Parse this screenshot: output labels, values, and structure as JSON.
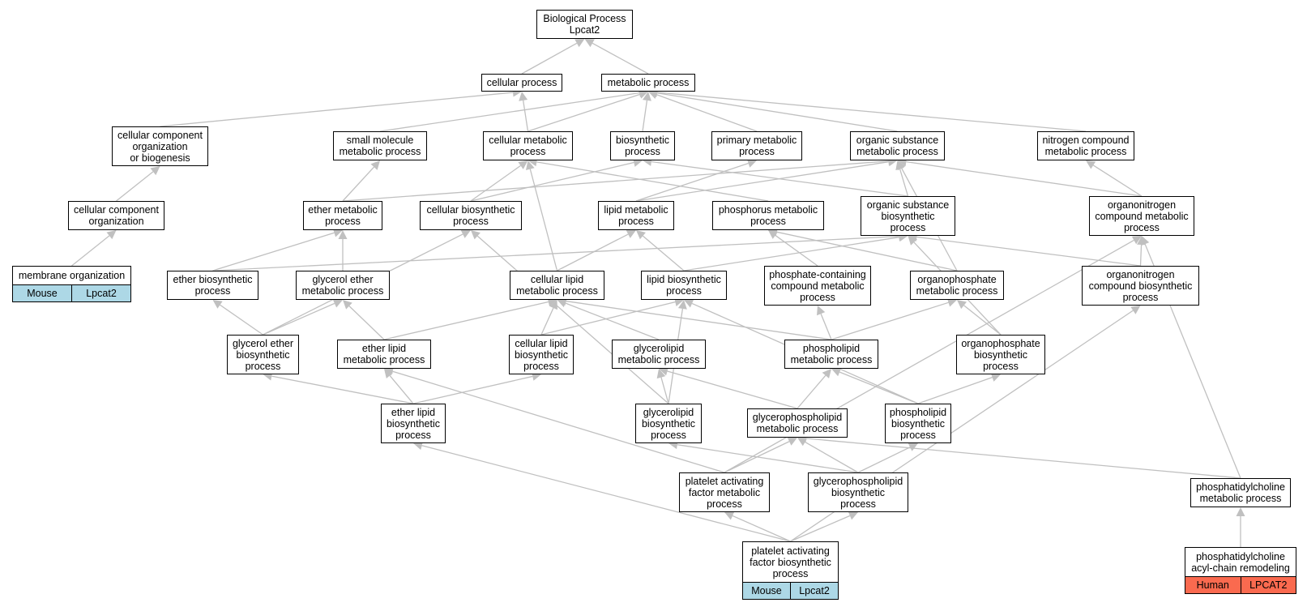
{
  "colors": {
    "edge": "#c0c0c0",
    "mouse_tag": "#add8e6",
    "human_tag": "#fa6a4f"
  },
  "nodes": {
    "root": {
      "label": "Biological Process\nLpcat2"
    },
    "cellular_process": {
      "label": "cellular process"
    },
    "metabolic_process": {
      "label": "metabolic process"
    },
    "ccob": {
      "label": "cellular component\norganization\nor biogenesis"
    },
    "small_molecule_mp": {
      "label": "small molecule\nmetabolic process"
    },
    "cellular_mp": {
      "label": "cellular metabolic\nprocess"
    },
    "biosynthetic_process": {
      "label": "biosynthetic\nprocess"
    },
    "primary_mp": {
      "label": "primary metabolic\nprocess"
    },
    "organic_substance_mp": {
      "label": "organic substance\nmetabolic process"
    },
    "nitrogen_compound_mp": {
      "label": "nitrogen compound\nmetabolic process"
    },
    "cc_organization": {
      "label": "cellular component\norganization"
    },
    "ether_mp": {
      "label": "ether metabolic\nprocess"
    },
    "cellular_bp": {
      "label": "cellular biosynthetic\nprocess"
    },
    "lipid_mp": {
      "label": "lipid metabolic\nprocess"
    },
    "phosphorus_mp": {
      "label": "phosphorus metabolic\nprocess"
    },
    "organic_substance_bp": {
      "label": "organic substance\nbiosynthetic\nprocess"
    },
    "organonitrogen_mp": {
      "label": "organonitrogen\ncompound metabolic\nprocess"
    },
    "membrane_org": {
      "label": "membrane organization",
      "tags": [
        "Mouse",
        "Lpcat2"
      ]
    },
    "ether_bp": {
      "label": "ether biosynthetic\nprocess"
    },
    "glycerol_ether_mp": {
      "label": "glycerol ether\nmetabolic process"
    },
    "cellular_lipid_mp": {
      "label": "cellular lipid\nmetabolic process"
    },
    "lipid_bp": {
      "label": "lipid biosynthetic\nprocess"
    },
    "phosphate_cmp": {
      "label": "phosphate-containing\ncompound metabolic\nprocess"
    },
    "organophosphate_mp": {
      "label": "organophosphate\nmetabolic process"
    },
    "organonitrogen_bp": {
      "label": "organonitrogen\ncompound biosynthetic\nprocess"
    },
    "glycerol_ether_bp": {
      "label": "glycerol ether\nbiosynthetic\nprocess"
    },
    "ether_lipid_mp": {
      "label": "ether lipid\nmetabolic process"
    },
    "cellular_lipid_bp": {
      "label": "cellular lipid\nbiosynthetic\nprocess"
    },
    "glycerolipid_mp": {
      "label": "glycerolipid\nmetabolic process"
    },
    "phospholipid_mp": {
      "label": "phospholipid\nmetabolic process"
    },
    "organophosphate_bp": {
      "label": "organophosphate\nbiosynthetic\nprocess"
    },
    "ether_lipid_bp": {
      "label": "ether lipid\nbiosynthetic\nprocess"
    },
    "glycerolipid_bp": {
      "label": "glycerolipid\nbiosynthetic\nprocess"
    },
    "glycerophospholipid_mp": {
      "label": "glycerophospholipid\nmetabolic process"
    },
    "phospholipid_bp": {
      "label": "phospholipid\nbiosynthetic\nprocess"
    },
    "paf_mp": {
      "label": "platelet activating\nfactor metabolic\nprocess"
    },
    "glycerophospholipid_bp": {
      "label": "glycerophospholipid\nbiosynthetic\nprocess"
    },
    "phosphatidylcholine_mp": {
      "label": "phosphatidylcholine\nmetabolic process"
    },
    "paf_bp": {
      "label": "platelet activating\nfactor biosynthetic\nprocess",
      "tags": [
        "Mouse",
        "Lpcat2"
      ]
    },
    "pc_remodeling": {
      "label": "phosphatidylcholine\nacyl-chain remodeling",
      "tags": [
        "Human",
        "LPCAT2"
      ]
    }
  },
  "edges": [
    [
      "cellular_process",
      "root"
    ],
    [
      "metabolic_process",
      "root"
    ],
    [
      "ccob",
      "cellular_process"
    ],
    [
      "cellular_mp",
      "cellular_process"
    ],
    [
      "small_molecule_mp",
      "metabolic_process"
    ],
    [
      "cellular_mp",
      "metabolic_process"
    ],
    [
      "biosynthetic_process",
      "metabolic_process"
    ],
    [
      "primary_mp",
      "metabolic_process"
    ],
    [
      "organic_substance_mp",
      "metabolic_process"
    ],
    [
      "nitrogen_compound_mp",
      "metabolic_process"
    ],
    [
      "cc_organization",
      "ccob"
    ],
    [
      "membrane_org",
      "cc_organization"
    ],
    [
      "ether_mp",
      "small_molecule_mp"
    ],
    [
      "ether_mp",
      "organic_substance_mp"
    ],
    [
      "cellular_bp",
      "cellular_mp"
    ],
    [
      "cellular_bp",
      "biosynthetic_process"
    ],
    [
      "cellular_lipid_mp",
      "cellular_mp"
    ],
    [
      "phosphorus_mp",
      "cellular_mp"
    ],
    [
      "lipid_mp",
      "primary_mp"
    ],
    [
      "lipid_mp",
      "organic_substance_mp"
    ],
    [
      "organic_substance_bp",
      "biosynthetic_process"
    ],
    [
      "organic_substance_bp",
      "organic_substance_mp"
    ],
    [
      "organonitrogen_mp",
      "organic_substance_mp"
    ],
    [
      "organonitrogen_mp",
      "nitrogen_compound_mp"
    ],
    [
      "organophosphate_mp",
      "organic_substance_mp"
    ],
    [
      "ether_bp",
      "ether_mp"
    ],
    [
      "ether_bp",
      "organic_substance_bp"
    ],
    [
      "glycerol_ether_mp",
      "ether_mp"
    ],
    [
      "cellular_lipid_mp",
      "lipid_mp"
    ],
    [
      "lipid_bp",
      "lipid_mp"
    ],
    [
      "lipid_bp",
      "organic_substance_bp"
    ],
    [
      "phosphate_cmp",
      "phosphorus_mp"
    ],
    [
      "organophosphate_mp",
      "phosphorus_mp"
    ],
    [
      "organonitrogen_bp",
      "organonitrogen_mp"
    ],
    [
      "organonitrogen_bp",
      "organic_substance_bp"
    ],
    [
      "glycerol_ether_bp",
      "ether_bp"
    ],
    [
      "glycerol_ether_bp",
      "glycerol_ether_mp"
    ],
    [
      "glycerol_ether_bp",
      "cellular_bp"
    ],
    [
      "ether_lipid_mp",
      "glycerol_ether_mp"
    ],
    [
      "ether_lipid_mp",
      "cellular_lipid_mp"
    ],
    [
      "cellular_lipid_bp",
      "cellular_lipid_mp"
    ],
    [
      "cellular_lipid_bp",
      "lipid_bp"
    ],
    [
      "glycerolipid_mp",
      "cellular_lipid_mp"
    ],
    [
      "phospholipid_mp",
      "cellular_lipid_mp"
    ],
    [
      "phospholipid_mp",
      "organophosphate_mp"
    ],
    [
      "phospholipid_mp",
      "phosphate_cmp"
    ],
    [
      "organophosphate_bp",
      "organophosphate_mp"
    ],
    [
      "organophosphate_bp",
      "organic_substance_bp"
    ],
    [
      "ether_lipid_bp",
      "ether_lipid_mp"
    ],
    [
      "ether_lipid_bp",
      "glycerol_ether_bp"
    ],
    [
      "ether_lipid_bp",
      "cellular_lipid_bp"
    ],
    [
      "glycerolipid_bp",
      "glycerolipid_mp"
    ],
    [
      "glycerolipid_bp",
      "lipid_bp"
    ],
    [
      "glycerolipid_bp",
      "cellular_bp"
    ],
    [
      "glycerophospholipid_mp",
      "glycerolipid_mp"
    ],
    [
      "glycerophospholipid_mp",
      "phospholipid_mp"
    ],
    [
      "phospholipid_bp",
      "phospholipid_mp"
    ],
    [
      "phospholipid_bp",
      "organophosphate_bp"
    ],
    [
      "phospholipid_bp",
      "lipid_bp"
    ],
    [
      "paf_mp",
      "glycerophospholipid_mp"
    ],
    [
      "paf_mp",
      "ether_lipid_mp"
    ],
    [
      "paf_mp",
      "organonitrogen_mp"
    ],
    [
      "glycerophospholipid_bp",
      "glycerophospholipid_mp"
    ],
    [
      "glycerophospholipid_bp",
      "phospholipid_bp"
    ],
    [
      "glycerophospholipid_bp",
      "glycerolipid_bp"
    ],
    [
      "phosphatidylcholine_mp",
      "glycerophospholipid_mp"
    ],
    [
      "phosphatidylcholine_mp",
      "organonitrogen_mp"
    ],
    [
      "paf_bp",
      "paf_mp"
    ],
    [
      "paf_bp",
      "glycerophospholipid_bp"
    ],
    [
      "paf_bp",
      "ether_lipid_bp"
    ],
    [
      "paf_bp",
      "organonitrogen_bp"
    ],
    [
      "pc_remodeling",
      "phosphatidylcholine_mp"
    ]
  ]
}
